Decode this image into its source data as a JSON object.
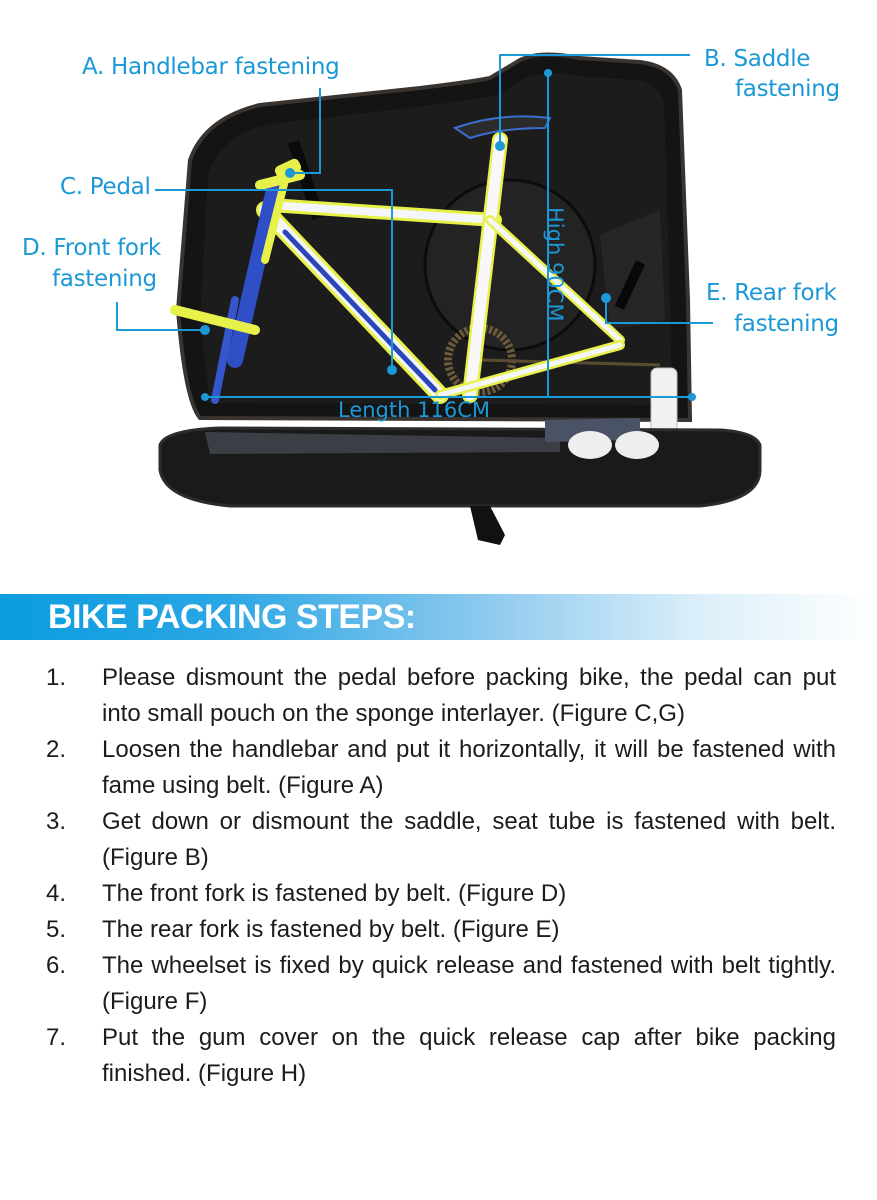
{
  "figure": {
    "callouts": {
      "a": "A. Handlebar fastening",
      "b_line1": "B. Saddle",
      "b_line2": "fastening",
      "c": "C. Pedal",
      "d_line1": "D. Front fork",
      "d_line2": "fastening",
      "e_line1": "E. Rear fork",
      "e_line2": "fastening"
    },
    "dimensions": {
      "height": "High 90CM",
      "length": "Length 116CM"
    },
    "accent_color": "#1b98d5"
  },
  "section": {
    "title": "BIKE PACKING STEPS:",
    "banner_color": "#0a9de0"
  },
  "steps": [
    {
      "num": "1.",
      "text": "Please dismount the pedal before packing bike, the pedal can put into small pouch on the sponge interlayer. (Figure C,G)"
    },
    {
      "num": "2.",
      "text": "Loosen the handlebar and put it horizontally, it will be fastened  with fame using belt. (Figure A)"
    },
    {
      "num": "3.",
      "text": "Get down or dismount the saddle, seat tube is fastened with belt. (Figure B)"
    },
    {
      "num": "4.",
      "text": "The front fork is fastened by belt. (Figure D)"
    },
    {
      "num": "5.",
      "text": "The rear fork is fastened by belt. (Figure E)"
    },
    {
      "num": "6.",
      "text": "The wheelset is fixed by quick release and fastened with belt  tightly. (Figure F)"
    },
    {
      "num": "7.",
      "text": "Put the gum cover on the quick release cap after bike packing finished. (Figure H)"
    }
  ]
}
